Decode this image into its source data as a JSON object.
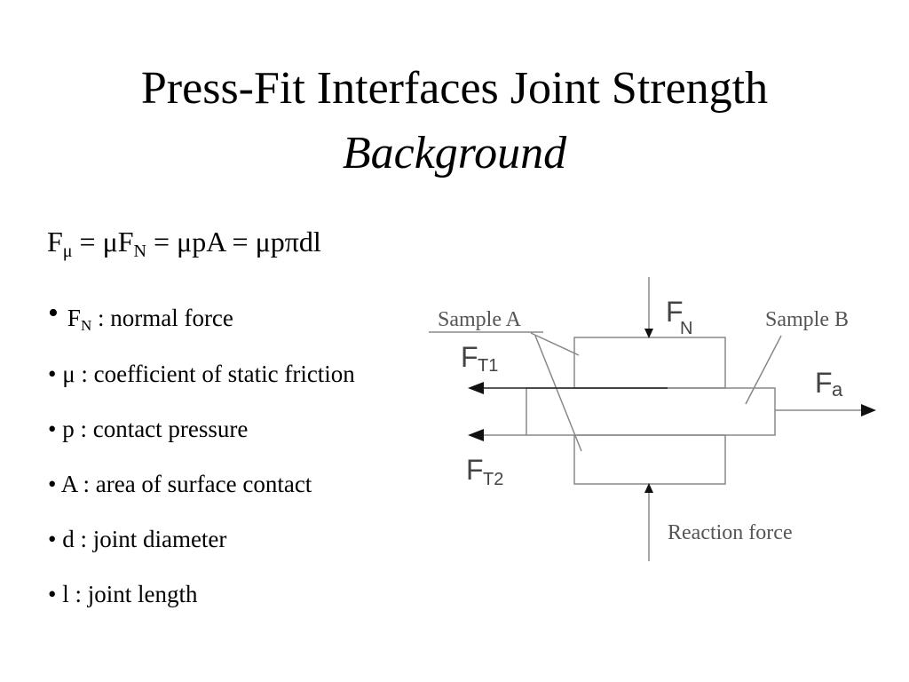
{
  "slide": {
    "title": "Press-Fit Interfaces Joint Strength",
    "subtitle": "Background"
  },
  "formula": {
    "f": "F",
    "mu_sub": "μ",
    "eq1": " = μF",
    "n_sub": "N",
    "rest": " = μpA = μpπdl"
  },
  "bullets": [
    {
      "symbol": "F",
      "sub": "N",
      "text": " : normal force"
    },
    {
      "text": "μ : coefficient of static friction"
    },
    {
      "text": "p : contact pressure"
    },
    {
      "text": "A : area of surface contact"
    },
    {
      "text": "d : joint diameter"
    },
    {
      "text": "l : joint length"
    }
  ],
  "diagram": {
    "sample_a": "Sample A",
    "sample_b": "Sample B",
    "fn": "F",
    "fn_sub": "N",
    "ft1": "F",
    "ft1_sub": "T1",
    "ft2": "F",
    "ft2_sub": "T2",
    "fa": "F",
    "fa_sub": "a",
    "reaction": "Reaction force"
  }
}
